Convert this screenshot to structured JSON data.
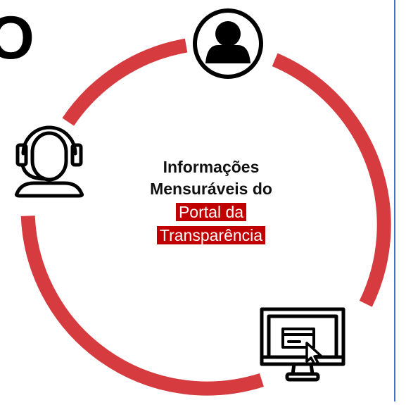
{
  "title_fragment": "O",
  "center": {
    "line1": "Informações",
    "line2": "Mensuráveis do",
    "highlight1": "Portal da",
    "highlight2": "Transparência"
  },
  "colors": {
    "ring": "#d63b3f",
    "highlight": "#c00000",
    "icon": "#000000",
    "border": "#4472c4"
  },
  "icons": [
    "user-avatar-icon",
    "headset-support-icon",
    "computer-monitor-click-icon"
  ]
}
